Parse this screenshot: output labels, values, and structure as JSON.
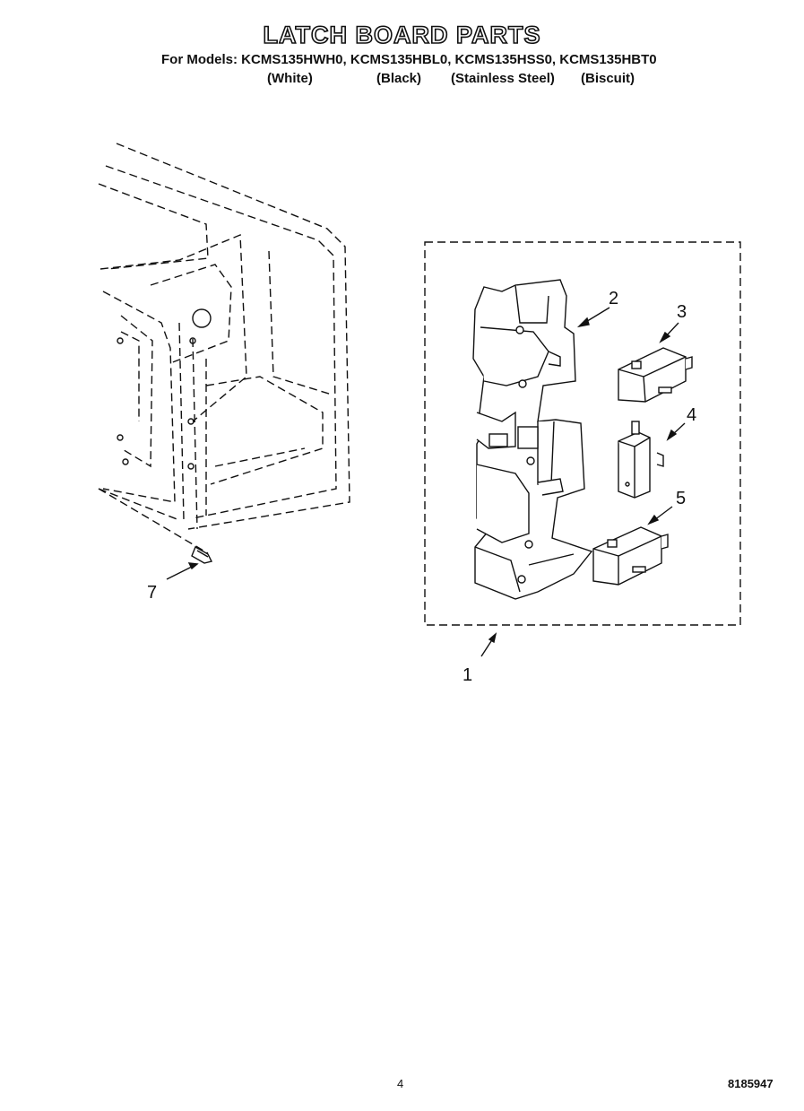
{
  "title": "LATCH BOARD PARTS",
  "models_line": "For Models: KCMS135HWH0, KCMS135HBL0, KCMS135HSS0, KCMS135HBT0",
  "variants": [
    "(White)",
    "(Black)",
    "(Stainless Steel)",
    "(Biscuit)"
  ],
  "callouts": {
    "c1": "1",
    "c2": "2",
    "c3": "3",
    "c4": "4",
    "c5": "5",
    "c7": "7"
  },
  "footer": {
    "page": "4",
    "doc_number": "8185947"
  }
}
